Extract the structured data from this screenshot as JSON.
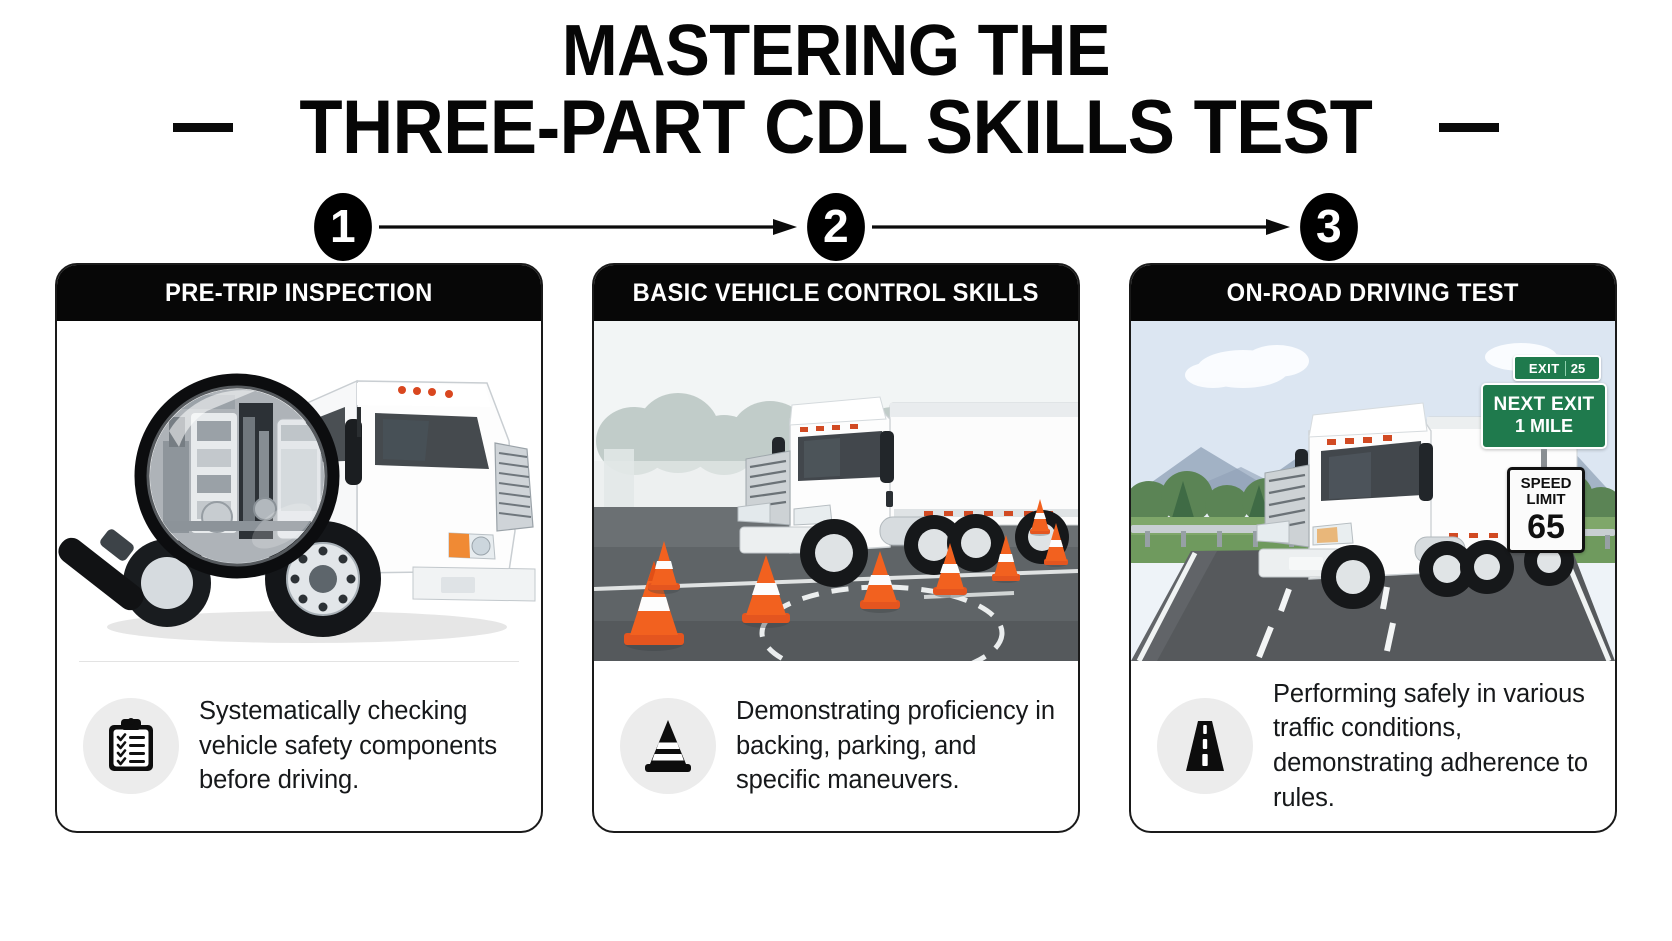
{
  "title": {
    "line1": "MASTERING THE",
    "line2": "THREE-PART CDL SKILLS TEST"
  },
  "steps": [
    {
      "number": "1"
    },
    {
      "number": "2"
    },
    {
      "number": "3"
    }
  ],
  "cards": [
    {
      "header": "PRE-TRIP INSPECTION",
      "description": "Systematically checking vehicle safety components before driving.",
      "icon": "clipboard-checklist-icon",
      "photo_alt": "white-semi-truck-with-magnifying-glass-over-engine"
    },
    {
      "header": "BASIC VEHICLE CONTROL SKILLS",
      "description": "Demonstrating proficiency in backing, parking, and specific maneuvers.",
      "icon": "traffic-cone-icon",
      "photo_alt": "tractor-trailer-on-practice-pad-with-orange-cones"
    },
    {
      "header": "ON-ROAD DRIVING TEST",
      "description": "Performing safely in various traffic conditions, demonstrating adherence to rules.",
      "icon": "road-icon",
      "photo_alt": "semi-truck-driving-on-highway-with-road-signs"
    }
  ],
  "road_signs": {
    "exit_label": "EXIT",
    "exit_number": "25",
    "next_exit_line1": "NEXT EXIT",
    "next_exit_line2": "1 MILE",
    "speed_word1": "SPEED",
    "speed_word2": "LIMIT",
    "speed_value": "65"
  },
  "colors": {
    "ink": "#070707",
    "card_border": "#1a1a1a",
    "icon_circle": "#ececec",
    "sign_green": "#1f7a4d",
    "cone_orange": "#f2561e"
  }
}
